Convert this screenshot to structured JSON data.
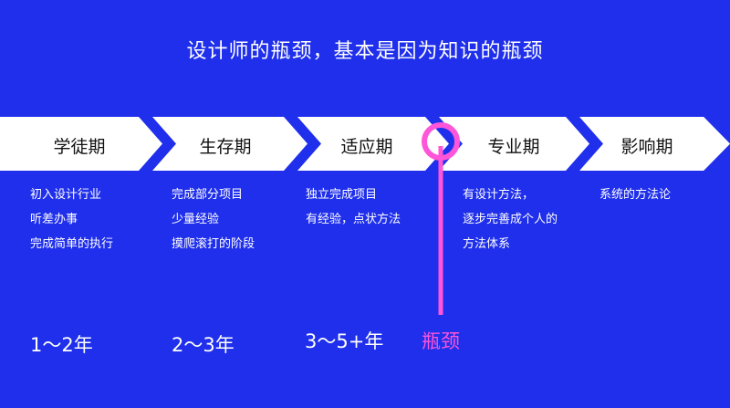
{
  "title": "设计师的瓶颈，基本是因为知识的瓶颈",
  "colors": {
    "background": "#1F2FEB",
    "band": "#FFFFFF",
    "chevron": "#1F2FEB",
    "highlight": "#FF55D8"
  },
  "stages": [
    {
      "label": "学徒期",
      "desc": [
        "初入设计行业",
        "听差办事",
        "完成简单的执行"
      ],
      "years": "1～2年"
    },
    {
      "label": "生存期",
      "desc": [
        "完成部分项目",
        "少量经验",
        "摸爬滚打的阶段"
      ],
      "years": "2～3年"
    },
    {
      "label": "适应期",
      "desc": [
        "独立完成项目",
        "有经验，点状方法"
      ],
      "years": "3～5+年"
    },
    {
      "label": "专业期",
      "desc": [
        "有设计方法，",
        "逐步完善成个人的",
        "方法体系"
      ],
      "years": ""
    },
    {
      "label": "影响期",
      "desc": [
        "系统的方法论"
      ],
      "years": ""
    }
  ],
  "bottleneck_label": "瓶颈"
}
